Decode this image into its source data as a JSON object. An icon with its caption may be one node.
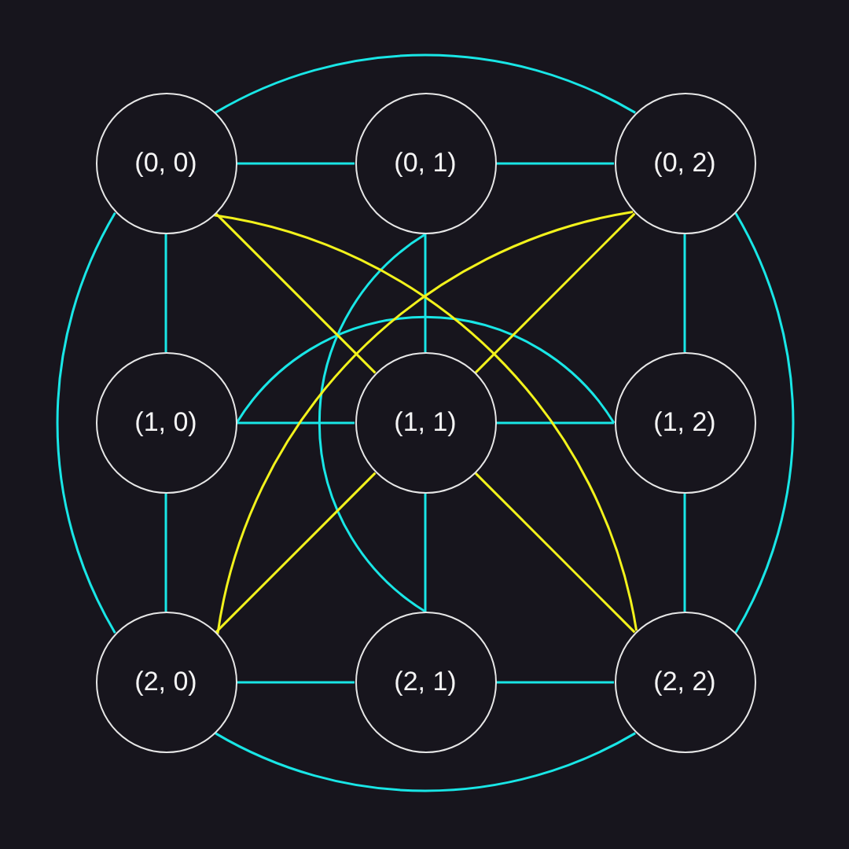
{
  "diagram": {
    "nodes": [
      {
        "text": [
          "(0, 0)"
        ]
      },
      {
        "text": [
          "(0, 1)"
        ]
      },
      {
        "text": [
          "(0, 2)"
        ]
      },
      {
        "text": [
          "(1, 0)"
        ]
      },
      {
        "text": [
          "(1, 1)"
        ]
      },
      {
        "text": [
          "(1, 2)"
        ]
      },
      {
        "text": [
          "(2, 0)"
        ]
      },
      {
        "text": [
          "(2, 1)"
        ]
      },
      {
        "text": [
          "(2, 2)"
        ]
      }
    ],
    "edges": [
      {
        "from": 0,
        "to": 1,
        "arrow": "none"
      },
      {
        "from": 1,
        "to": 2,
        "arrow": "none"
      },
      {
        "from": 3,
        "to": 4,
        "arrow": "none"
      },
      {
        "from": 4,
        "to": 5,
        "arrow": "none"
      },
      {
        "from": 6,
        "to": 7,
        "arrow": "none"
      },
      {
        "from": 7,
        "to": 8,
        "arrow": "none"
      },
      {
        "from": 0,
        "to": 3,
        "arrow": "none"
      },
      {
        "from": 3,
        "to": 6,
        "arrow": "none"
      },
      {
        "from": 1,
        "to": 4,
        "arrow": "none"
      },
      {
        "from": 4,
        "to": 7,
        "arrow": "none"
      },
      {
        "from": 2,
        "to": 5,
        "arrow": "none"
      },
      {
        "from": 5,
        "to": 8,
        "arrow": "none"
      },
      {
        "from": 0,
        "to": 2,
        "arrow": "none"
      },
      {
        "from": 2,
        "to": 8,
        "arrow": "none"
      },
      {
        "from": 6,
        "to": 8,
        "arrow": "none"
      },
      {
        "from": 0,
        "to": 6,
        "arrow": "none"
      },
      {
        "from": 3,
        "to": 5,
        "arrow": "none"
      },
      {
        "from": 1,
        "to": 7,
        "arrow": "none"
      },
      {
        "from": 0,
        "to": 4,
        "arrow": "none",
        "color": "#f2f21c"
      },
      {
        "from": 2,
        "to": 4,
        "arrow": "none",
        "color": "#f2f21c"
      },
      {
        "from": 4,
        "to": 6,
        "arrow": "none",
        "color": "#f2f21c"
      },
      {
        "from": 4,
        "to": 8,
        "arrow": "none",
        "color": "#f2f21c"
      },
      {
        "from": 0,
        "to": 8,
        "arrow": "none",
        "color": "#f2f21c"
      },
      {
        "from": 2,
        "to": 6,
        "arrow": "none",
        "color": "#f2f21c"
      }
    ]
  }
}
